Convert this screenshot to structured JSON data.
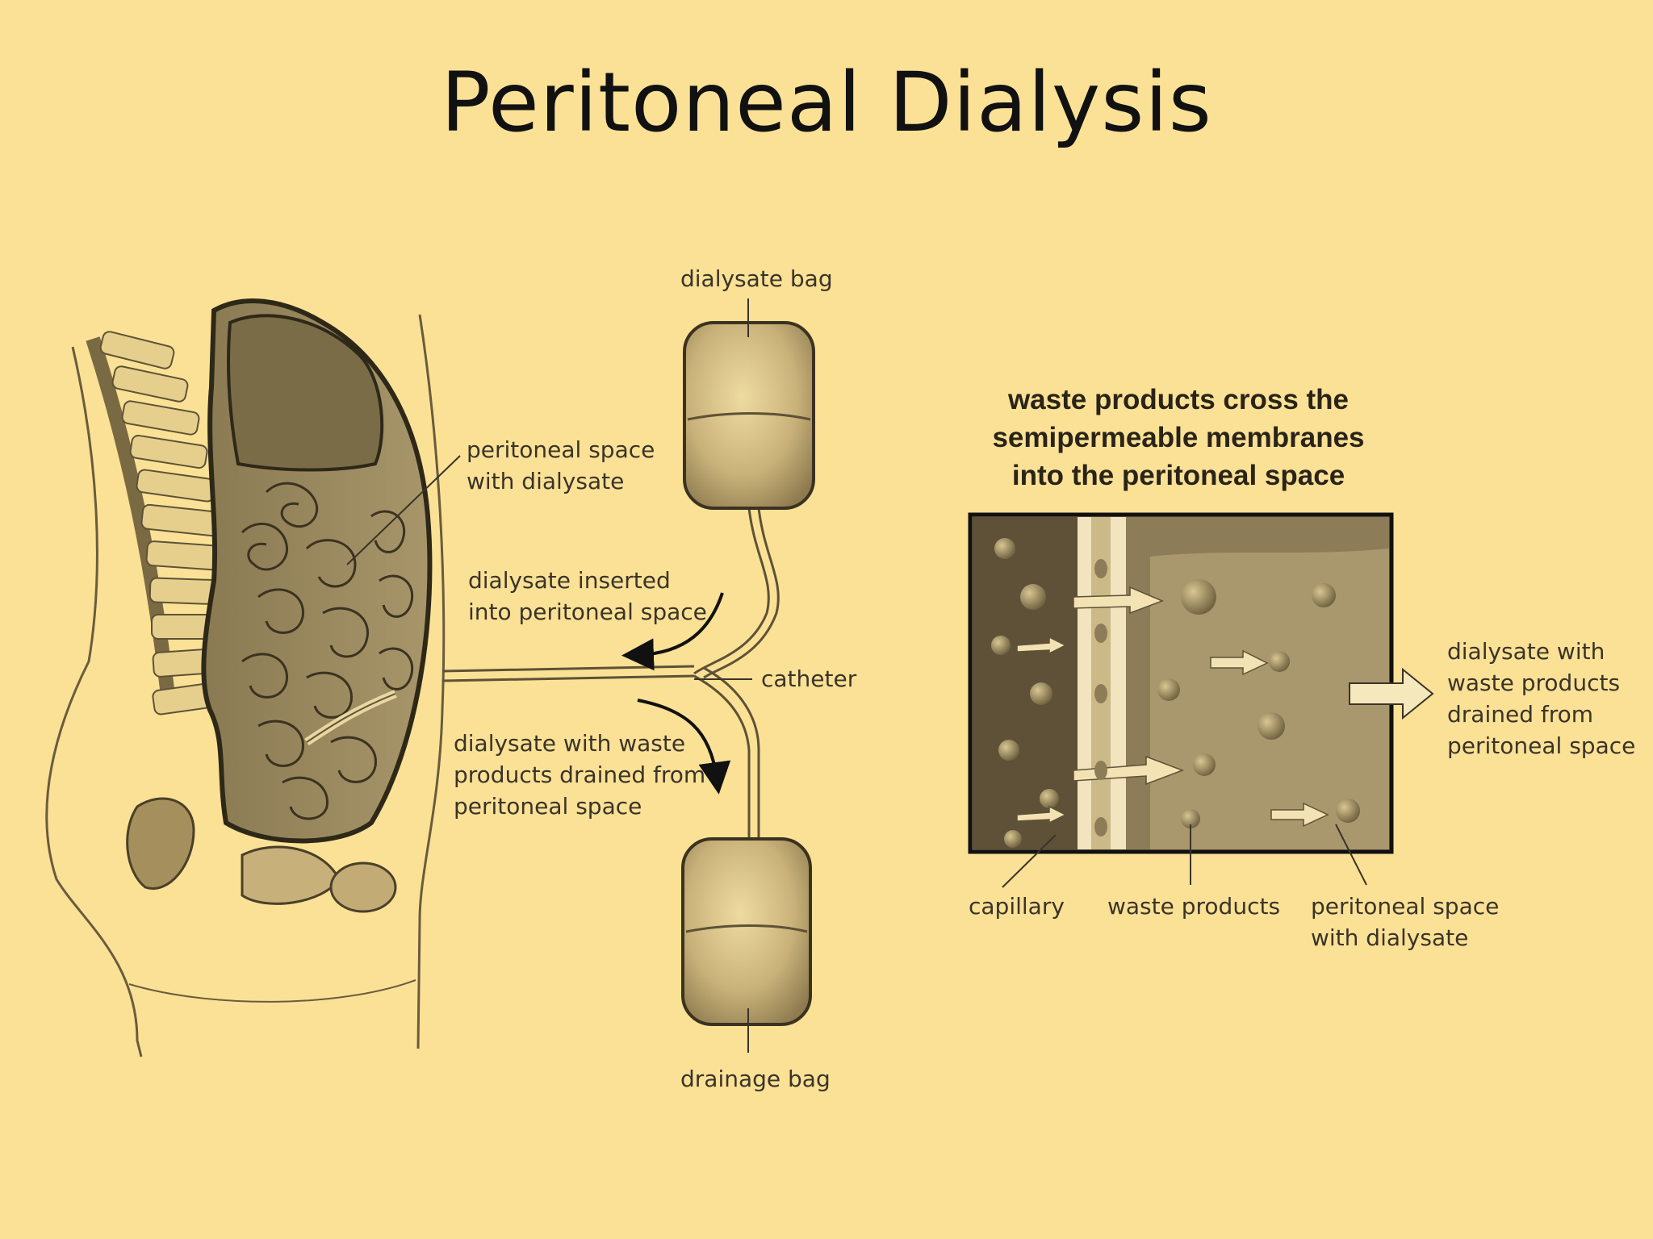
{
  "title": "Peritoneal Dialysis",
  "colors": {
    "background": "#fbe196",
    "line": "#3a3428",
    "tissue": "#b5a06a",
    "dark": "#6b5c3c"
  },
  "left_diagram": {
    "labels": {
      "dialysate_bag": "dialysate bag",
      "peritoneal_space": "peritoneal space\nwith dialysate",
      "dialysate_inserted": "dialysate inserted\ninto peritoneal space",
      "catheter": "catheter",
      "dialysate_drained": "dialysate with waste\nproducts drained from\nperitoneal space",
      "drainage_bag": "drainage bag"
    }
  },
  "right_diagram": {
    "heading": "waste products cross the\nsemipermeable membranes\ninto the peritoneal space",
    "labels": {
      "dialysate_out": "dialysate with\nwaste products\ndrained from\nperitoneal space",
      "capillary": "capillary",
      "waste_products": "waste products",
      "peritoneal_space": "peritoneal space\nwith dialysate"
    }
  }
}
